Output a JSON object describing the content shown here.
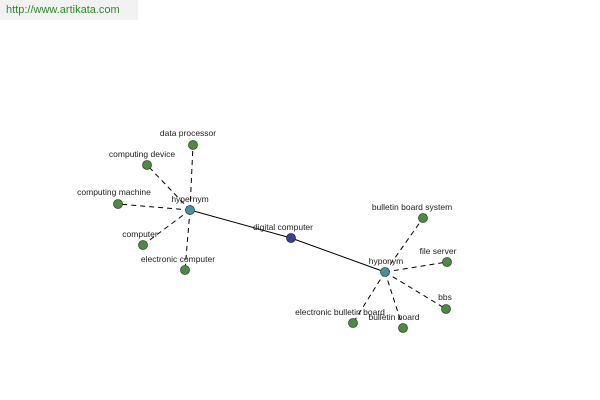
{
  "watermark": "http://www.artikata.com",
  "center": {
    "label": "digital computer",
    "color": "#3b3f8f"
  },
  "hubs": [
    {
      "id": "hypernym",
      "label": "hypernym",
      "color": "#4a8fa0"
    },
    {
      "id": "hyponym",
      "label": "hyponym",
      "color": "#4a8fa0"
    }
  ],
  "leaf_color": "#4f8a45",
  "leaves": [
    {
      "hub": "hypernym",
      "label": "data processor"
    },
    {
      "hub": "hypernym",
      "label": "computing device"
    },
    {
      "hub": "hypernym",
      "label": "computing machine"
    },
    {
      "hub": "hypernym",
      "label": "computer"
    },
    {
      "hub": "hypernym",
      "label": "electronic computer"
    },
    {
      "hub": "hyponym",
      "label": "bulletin board system"
    },
    {
      "hub": "hyponym",
      "label": "file server"
    },
    {
      "hub": "hyponym",
      "label": "bbs"
    },
    {
      "hub": "hyponym",
      "label": "bulletin board"
    },
    {
      "hub": "hyponym",
      "label": "electronic bulletin board"
    }
  ]
}
